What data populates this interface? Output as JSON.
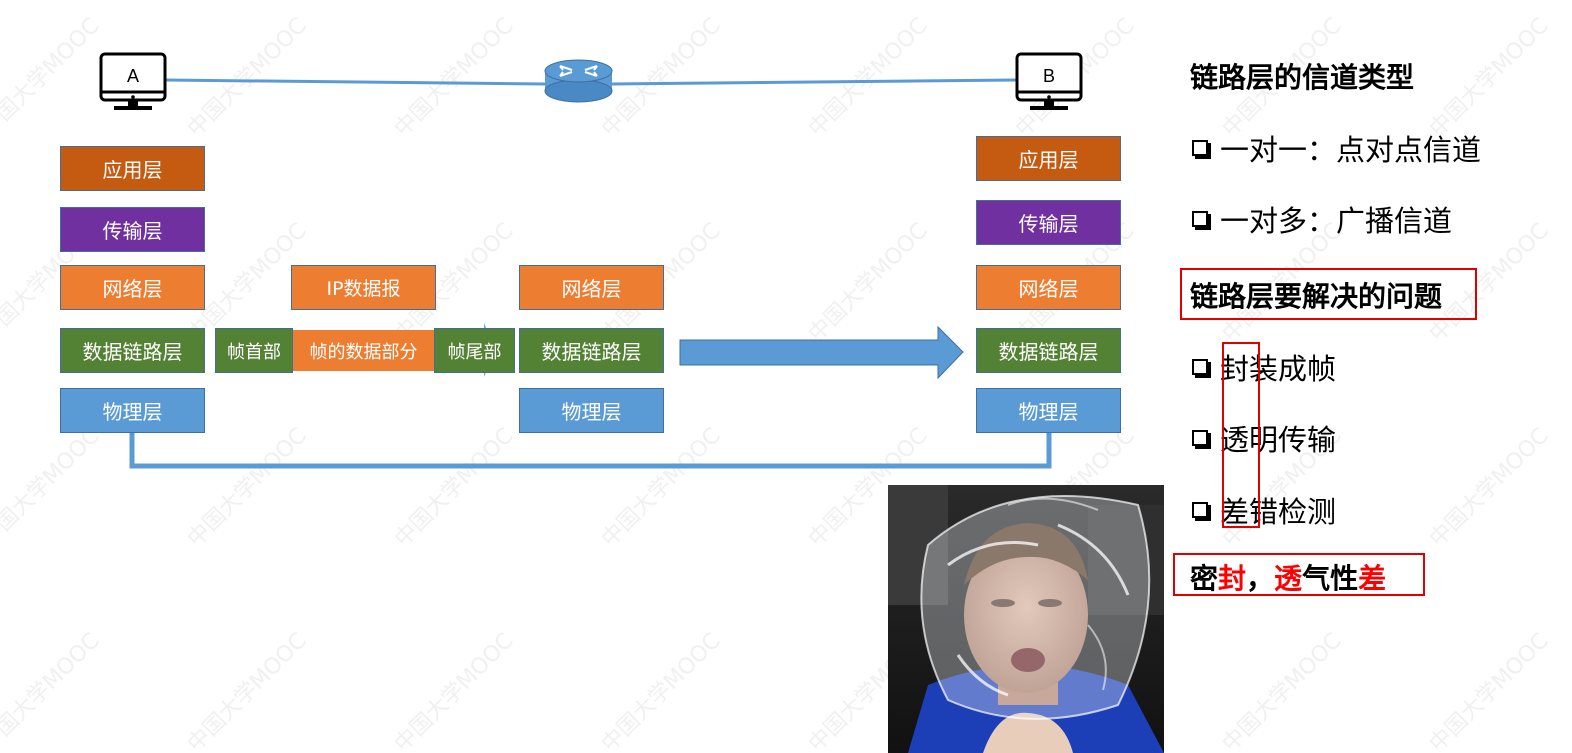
{
  "hosts": {
    "a_label": "A",
    "b_label": "B"
  },
  "stack_a": {
    "application": "应用层",
    "transport": "传输层",
    "network": "网络层",
    "datalink": "数据链路层",
    "physical": "物理层"
  },
  "router_stack": {
    "network": "网络层",
    "datalink": "数据链路层",
    "physical": "物理层"
  },
  "stack_b": {
    "application": "应用层",
    "transport": "传输层",
    "network": "网络层",
    "datalink": "数据链路层",
    "physical": "物理层"
  },
  "frame": {
    "ip_datagram": "IP数据报",
    "header": "帧首部",
    "data": "帧的数据部分",
    "trailer": "帧尾部"
  },
  "right_panel": {
    "channel_title": "链路层的信道类型",
    "channel_items": [
      "一对一：点对点信道",
      "一对多：广播信道"
    ],
    "problem_title": "链路层要解决的问题",
    "problem_items": [
      "封装成帧",
      "透明传输",
      "差错检测"
    ],
    "mnemonic": {
      "p1": "密",
      "p2": "封",
      "p3": "，",
      "p4": "透",
      "p5": "气性",
      "p6": "差"
    }
  },
  "watermark": "中国大学MOOC",
  "colors": {
    "application": "#c55a11",
    "transport": "#7030a0",
    "network": "#ed7d31",
    "datalink": "#548235",
    "physical": "#5b9bd5",
    "link_line": "#5b9bd5",
    "highlight_red": "#ff0000"
  },
  "icons": {
    "host": "computer-monitor-icon",
    "router": "router-icon",
    "arrow": "right-arrow-icon",
    "bullet": "checkbox-icon"
  }
}
